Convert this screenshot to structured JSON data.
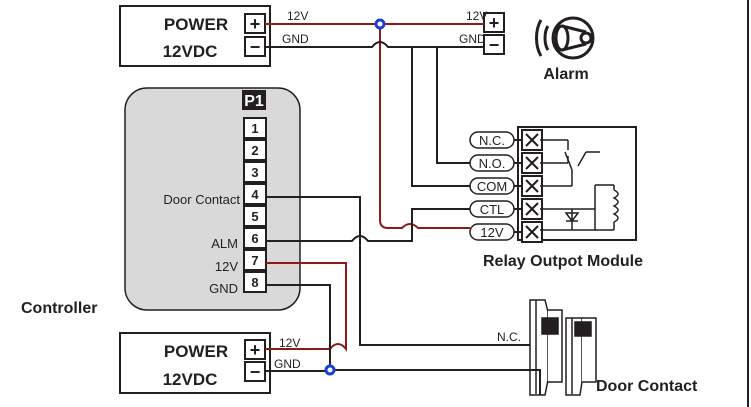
{
  "power_top": {
    "line1": "POWER",
    "line2": "12VDC",
    "plus": "+",
    "minus": "−",
    "wire_12v": "12V",
    "wire_gnd": "GND"
  },
  "power_bottom": {
    "line1": "POWER",
    "line2": "12VDC",
    "plus": "+",
    "minus": "−",
    "wire_12v": "12V",
    "wire_gnd": "GND"
  },
  "alarm": {
    "label": "Alarm",
    "plus": "+",
    "minus": "−",
    "wire_12v": "12V",
    "wire_gnd": "GND"
  },
  "controller": {
    "label": "Controller",
    "header": "P1",
    "pins": [
      "1",
      "2",
      "3",
      "4",
      "5",
      "6",
      "7",
      "8"
    ],
    "pin_labels": {
      "p4": "Door Contact",
      "p6": "ALM",
      "p7": "12V",
      "p8": "GND"
    }
  },
  "relay": {
    "label": "Relay Outpot Module",
    "terminals": [
      "N.C.",
      "N.O.",
      "COM",
      "CTL",
      "12V"
    ]
  },
  "door_contact": {
    "label": "Door Contact",
    "wire": "N.C."
  },
  "colors": {
    "wire_red": "#8b1a1a",
    "wire_black": "#231f20",
    "junction": "#1a3fd1",
    "controller_fill": "#d9d9d9",
    "relay_fill": "#ffffff"
  }
}
